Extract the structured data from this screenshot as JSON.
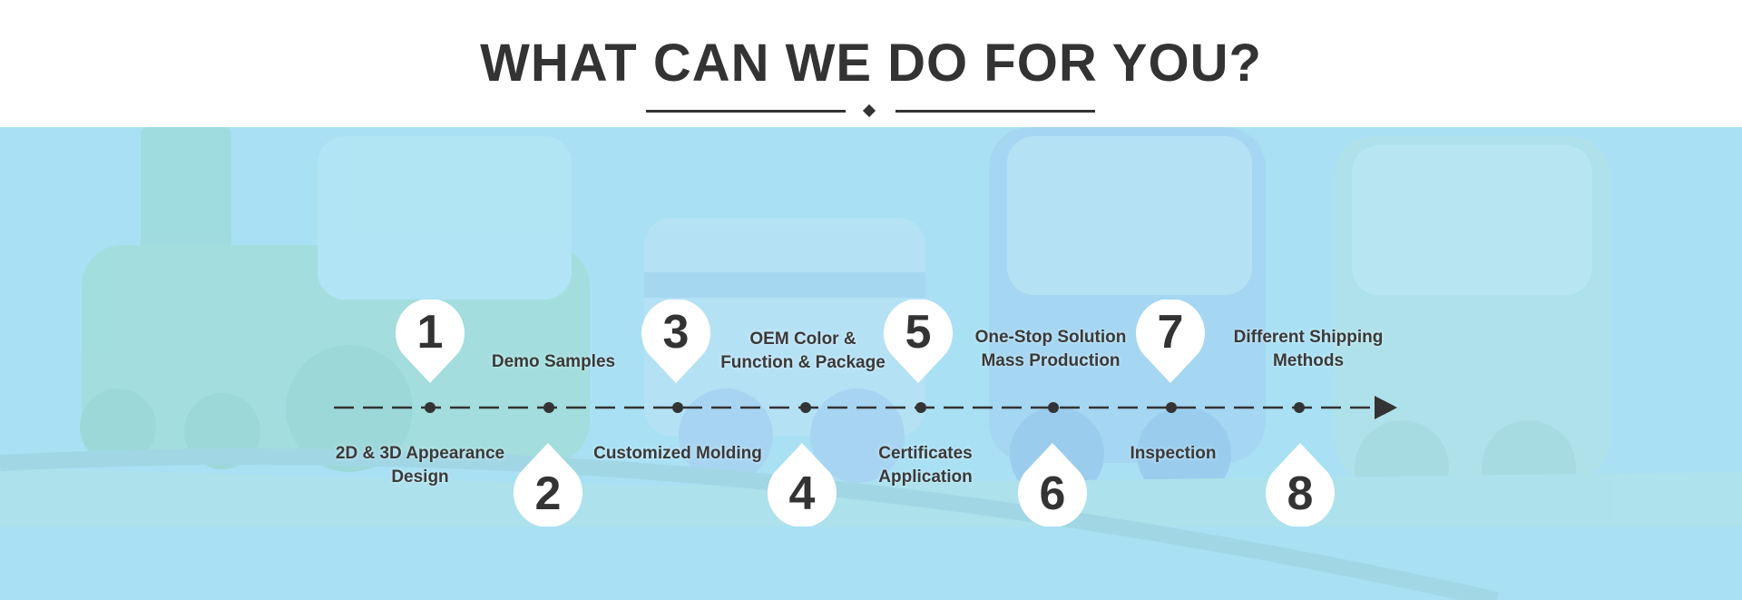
{
  "header": {
    "title": "WHAT CAN WE DO FOR YOU?"
  },
  "steps": [
    {
      "number": "1",
      "label": "2D & 3D Appearance\nDesign"
    },
    {
      "number": "2",
      "label": "Demo Samples"
    },
    {
      "number": "3",
      "label": "Customized Molding"
    },
    {
      "number": "4",
      "label": "OEM Color &\nFunction & Package"
    },
    {
      "number": "5",
      "label": "Certificates\nApplication"
    },
    {
      "number": "6",
      "label": "One-Stop Solution\nMass Production"
    },
    {
      "number": "7",
      "label": "Inspection"
    },
    {
      "number": "8",
      "label": "Different Shipping\nMethods"
    }
  ],
  "colors": {
    "banner": "#a9e0f4",
    "text": "#333333",
    "pin": "#ffffff"
  },
  "icons": {
    "timeline_end": "arrow-right-icon",
    "background": "trucks-illustration"
  }
}
